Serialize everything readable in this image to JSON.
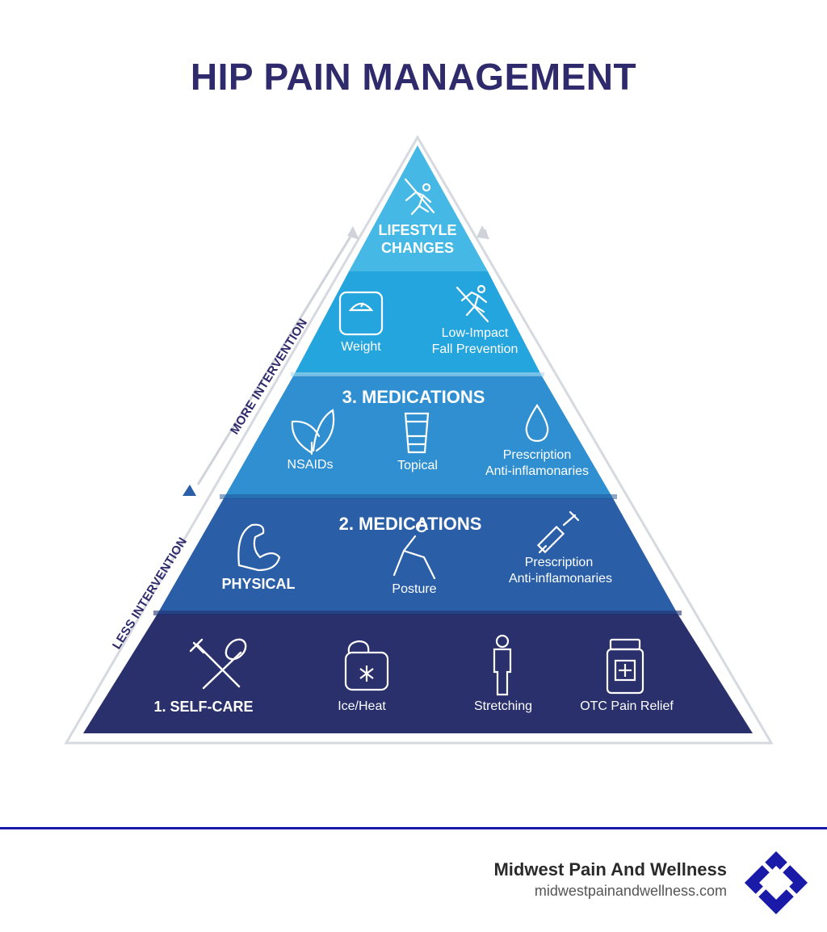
{
  "title": "HIP PAIN MANAGEMENT",
  "side": {
    "more": "MORE INTERVENTION",
    "less": "LESS INTERVENTION"
  },
  "tiers": {
    "top": {
      "line1": "LIFESTYLE",
      "line2": "CHANGES",
      "icon": "no-running-icon"
    },
    "lifestyle": {
      "items": [
        {
          "label": "Weight",
          "icon": "scale-icon"
        },
        {
          "label1": "Low-Impact",
          "label2": "Fall Prevention",
          "icon": "no-running-icon"
        }
      ]
    },
    "meds3": {
      "heading": "3. MEDICATIONS",
      "items": [
        {
          "label": "NSAIDs",
          "icon": "leaf-icon"
        },
        {
          "label": "Topical",
          "icon": "tube-icon"
        },
        {
          "label1": "Prescription",
          "label2": "Anti-inflamonaries",
          "icon": "drop-icon"
        }
      ]
    },
    "meds2": {
      "heading": "2. MEDICATIONS",
      "items": [
        {
          "label": "PHYSICAL",
          "icon": "muscle-arm-icon"
        },
        {
          "label": "Posture",
          "icon": "posture-figure-icon"
        },
        {
          "label1": "Prescription",
          "label2": "Anti-inflamonaries",
          "icon": "syringe-icon"
        }
      ]
    },
    "selfcare": {
      "items": [
        {
          "label": "1. SELF-CARE",
          "icon": "fork-spoon-icon"
        },
        {
          "label": "Ice/Heat",
          "icon": "ice-pack-icon"
        },
        {
          "label": "Stretching",
          "icon": "standing-person-icon"
        },
        {
          "label": "OTC Pain Relief",
          "icon": "medicine-bottle-icon"
        }
      ]
    }
  },
  "colors": {
    "tier1": "#29306b",
    "tier2": "#2a5fa8",
    "tier3": "#2f8fd0",
    "tier4": "#24a5dd",
    "tier5": "#45b8e6",
    "title": "#2e2a6b",
    "accent": "#1a1aa8"
  },
  "footer": {
    "name": "Midwest Pain And Wellness",
    "url": "midwestpainandwellness.com"
  }
}
